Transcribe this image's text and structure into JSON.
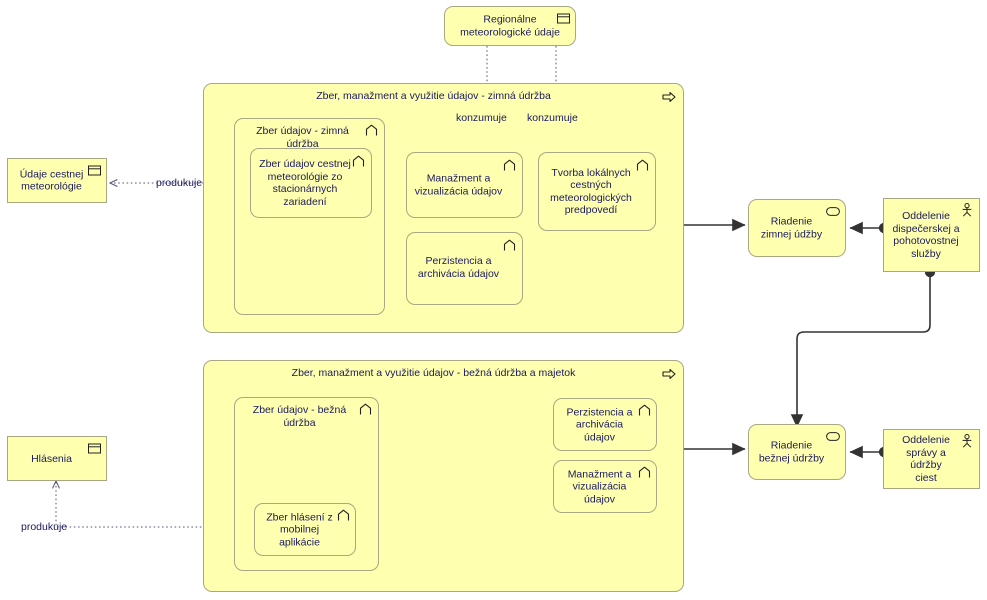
{
  "diagram": {
    "title": "Zber, manazment a vyuzitie udajov - ArchiMate",
    "colors": {
      "fill": "#ffffb0",
      "stroke": "#a8a882",
      "text": "#1a1a5e",
      "connector": "#333333",
      "dotted": "#555577"
    }
  },
  "nodes": {
    "regionalne_data": {
      "label": "Regionálne\nmeteorologické údaje",
      "icon": "business-object-icon"
    },
    "container_zimna": {
      "label": "Zber, manažment a využitie údajov - zimná údržba",
      "icon": "business-process-icon"
    },
    "group_zber_zimna": {
      "label": "Zber údajov - zimná údržba",
      "icon": "business-function-icon"
    },
    "zber_cestnej_meteo": {
      "label": "Zber údajov cestnej\nmeteorológie zo\nstacionárnych\nzariadení",
      "icon": "business-function-icon"
    },
    "manazment_viz_zimna": {
      "label": "Manažment a\nvizualizácia údajov",
      "icon": "business-function-icon"
    },
    "tvorba_predpovedi": {
      "label": "Tvorba lokálnych\ncestných\nmeteorologických\npredpovedí",
      "icon": "business-function-icon"
    },
    "perzistencia_zimna": {
      "label": "Perzistencia a\narchivácia údajov",
      "icon": "business-function-icon"
    },
    "udaje_cestnej_meteo": {
      "label": "Údaje cestnej\nmeteorológie",
      "icon": "business-object-icon"
    },
    "riadenie_zimnej": {
      "label": "Riadenie\nzimnej údžby",
      "icon": "business-service-icon"
    },
    "oddelenie_dispecerskej": {
      "label": "Oddelenie\ndispečerskej a\npohotovostnej\nslužby",
      "icon": "business-actor-icon"
    },
    "container_bezna": {
      "label": "Zber, manažment a využitie údajov - bežná údržba a majetok",
      "icon": "business-process-icon"
    },
    "group_zber_bezna": {
      "label": "Zber údajov - bežná\núdržba",
      "icon": "business-function-icon"
    },
    "zber_hlaseni": {
      "label": "Zber hlásení z\nmobilnej\naplikácie",
      "icon": "business-function-icon"
    },
    "perzistencia_bezna": {
      "label": "Perzistencia a\narchivácia\núdajov",
      "icon": "business-function-icon"
    },
    "manazment_viz_bezna": {
      "label": "Manažment a\nvizualizácia\núdajov",
      "icon": "business-function-icon"
    },
    "hlasenia": {
      "label": "Hlásenia",
      "icon": "business-object-icon"
    },
    "riadenie_beznej": {
      "label": "Riadenie\nbežnej údržby",
      "icon": "business-service-icon"
    },
    "oddelenie_spravy": {
      "label": "Oddelenie\nsprávy a údržby\nciest",
      "icon": "business-actor-icon"
    }
  },
  "edge_labels": {
    "produkuje_meteo": "produkuje",
    "konzumuje_left": "konzumuje",
    "konzumuje_right": "konzumuje",
    "produkuje_hlasenia": "produkuje"
  }
}
